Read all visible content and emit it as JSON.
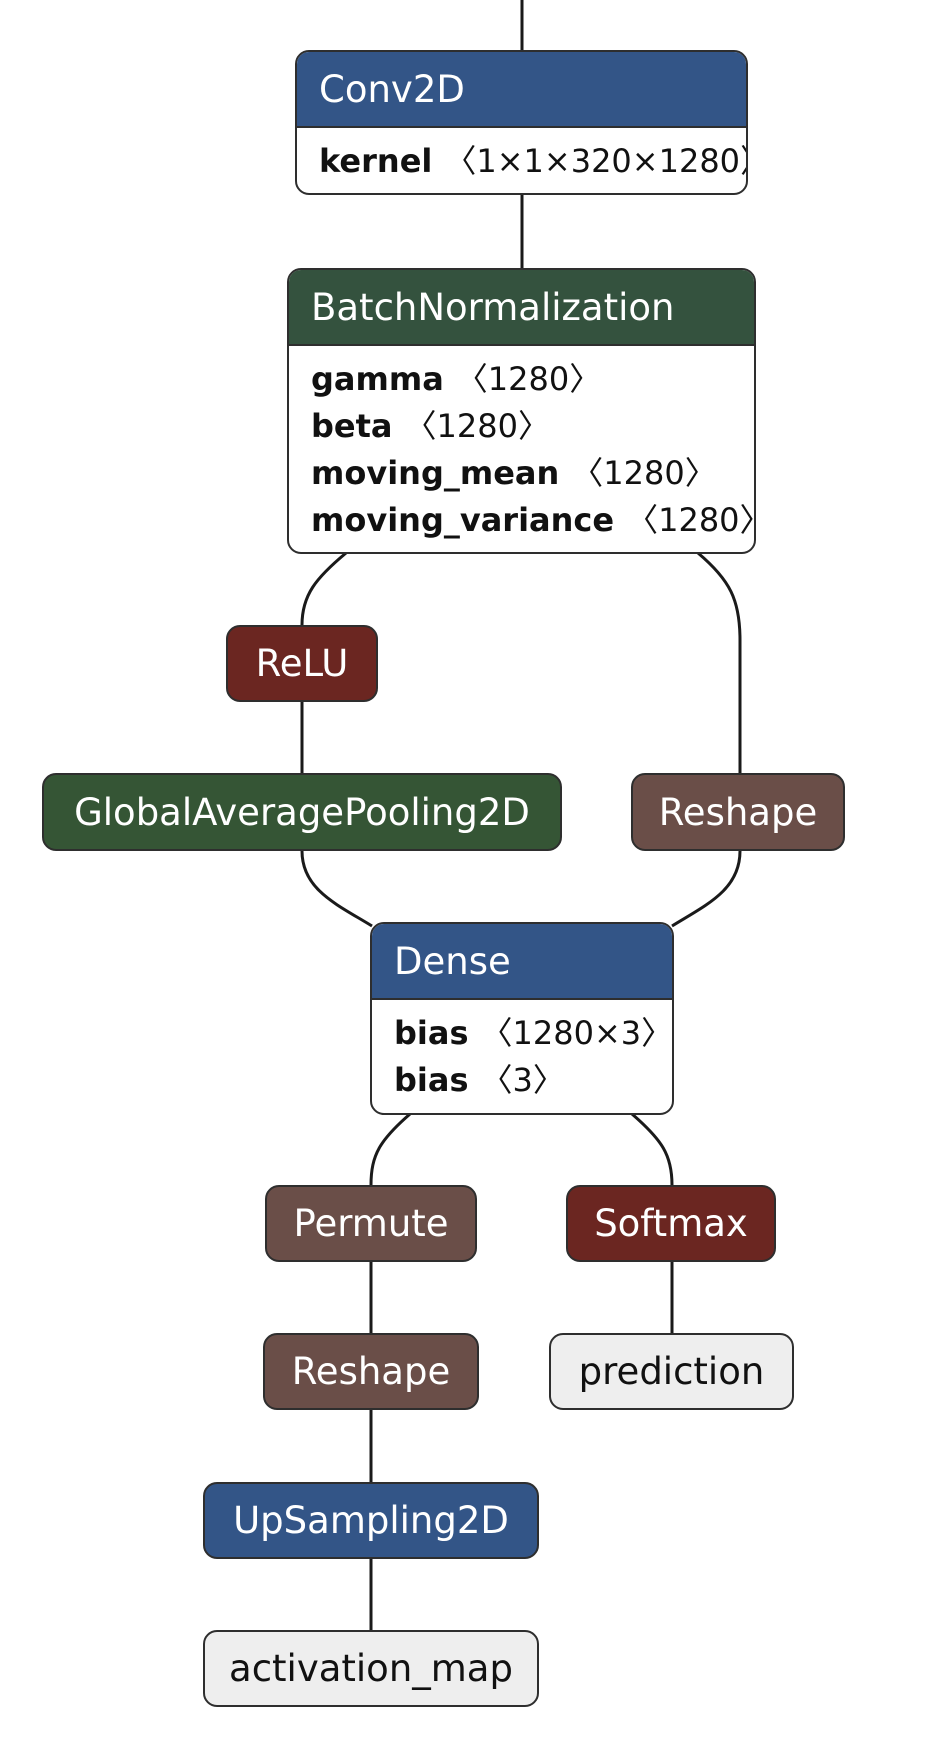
{
  "colors": {
    "layer_blue": "#335587",
    "layer_green_dark": "#34523e",
    "layer_green": "#355535",
    "activation_red": "#6b2621",
    "shape_brown": "#6a4e48",
    "io_gray": "#eeeeee",
    "edge": "#1a1a1a"
  },
  "nodes": {
    "conv2d": {
      "title": "Conv2D",
      "attrs": [
        {
          "name": "kernel",
          "value": "〈1×1×320×1280〉"
        }
      ]
    },
    "batchnorm": {
      "title": "BatchNormalization",
      "attrs": [
        {
          "name": "gamma",
          "value": "〈1280〉"
        },
        {
          "name": "beta",
          "value": "〈1280〉"
        },
        {
          "name": "moving_mean",
          "value": "〈1280〉"
        },
        {
          "name": "moving_variance",
          "value": "〈1280〉"
        }
      ]
    },
    "relu": {
      "title": "ReLU"
    },
    "gap": {
      "title": "GlobalAveragePooling2D"
    },
    "reshape1": {
      "title": "Reshape"
    },
    "dense": {
      "title": "Dense",
      "attrs": [
        {
          "name": "bias",
          "value": "〈1280×3〉"
        },
        {
          "name": "bias",
          "value": "〈3〉"
        }
      ]
    },
    "permute": {
      "title": "Permute"
    },
    "softmax": {
      "title": "Softmax"
    },
    "reshape2": {
      "title": "Reshape"
    },
    "prediction": {
      "title": "prediction"
    },
    "upsampling": {
      "title": "UpSampling2D"
    },
    "activation_map": {
      "title": "activation_map"
    }
  }
}
